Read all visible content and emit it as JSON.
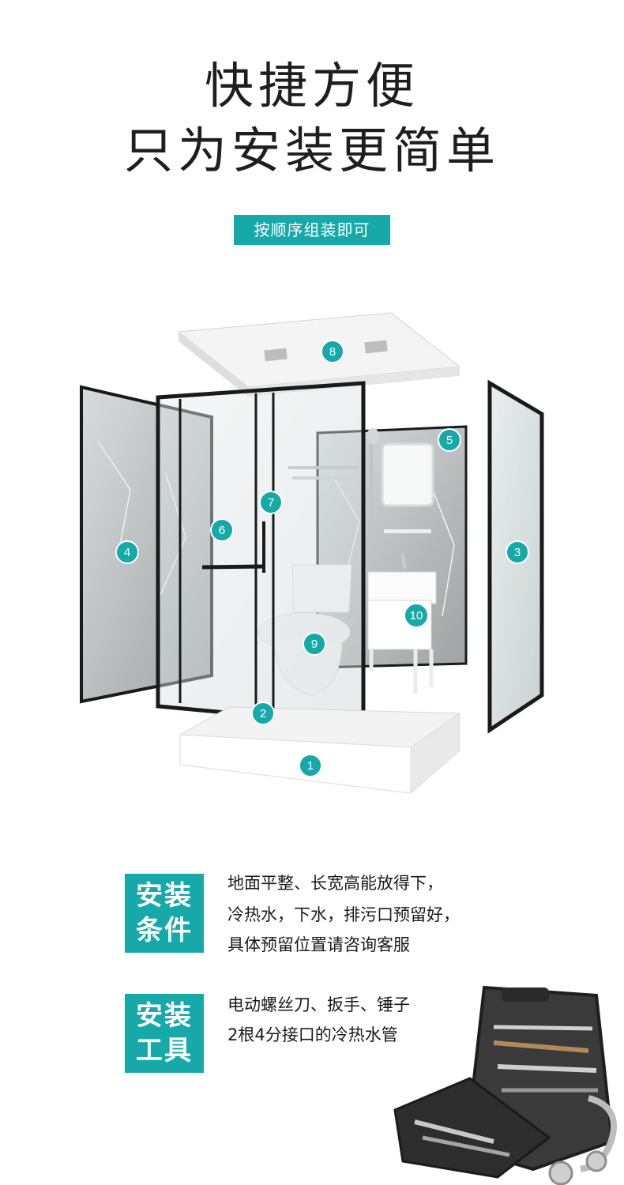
{
  "header": {
    "title_line1": "快捷方便",
    "title_line2": "只为安装更简单",
    "subtitle": "按顺序组装即可"
  },
  "diagram": {
    "markers": [
      "1",
      "2",
      "3",
      "4",
      "5",
      "6",
      "7",
      "8",
      "9",
      "10"
    ],
    "accent_color": "#17a9a9"
  },
  "install_conditions": {
    "badge_line1": "安装",
    "badge_line2": "条件",
    "lines": [
      "地面平整、长宽高能放得下，",
      "冷热水，下水，排污口预留好，",
      "具体预留位置请咨询客服"
    ]
  },
  "install_tools": {
    "badge_line1": "安装",
    "badge_line2": "工具",
    "lines": [
      "电动螺丝刀、扳手、锤子",
      "2根4分接口的冷热水管"
    ]
  }
}
